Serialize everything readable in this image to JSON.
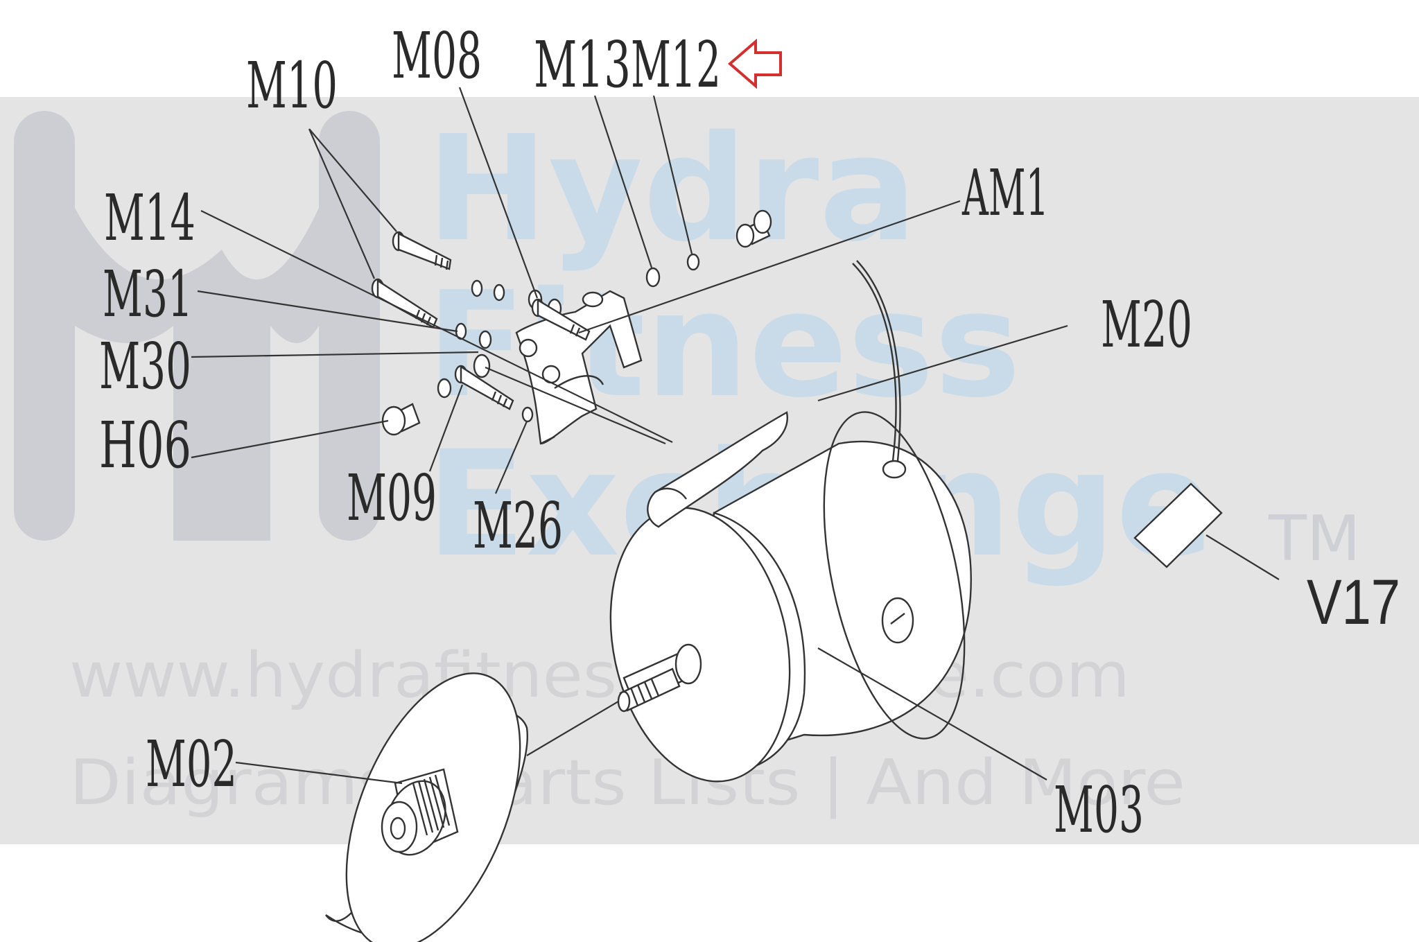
{
  "watermark": {
    "brand_lines": [
      "Hydra",
      "Fitness",
      "Exchange"
    ],
    "trademark": "TM",
    "url": "www.hydrafitnessexchange.com",
    "tagline": "Diagrams | Parts Lists | And More",
    "band_color": "#e4e4e4",
    "text_color": "#c9dbe8"
  },
  "callouts": {
    "M10": "M10",
    "M08": "M08",
    "M13": "M13",
    "M12": "M12",
    "AM1": "AM1",
    "M14": "M14",
    "M31": "M31",
    "M30": "M30",
    "H06": "H06",
    "M20": "M20",
    "M09": "M09",
    "M26": "M26",
    "V17": "V17",
    "M02": "M02",
    "M03": "M03"
  },
  "highlight": {
    "target": "M12",
    "icon": "left-arrow-icon",
    "color": "#d32f2f"
  }
}
